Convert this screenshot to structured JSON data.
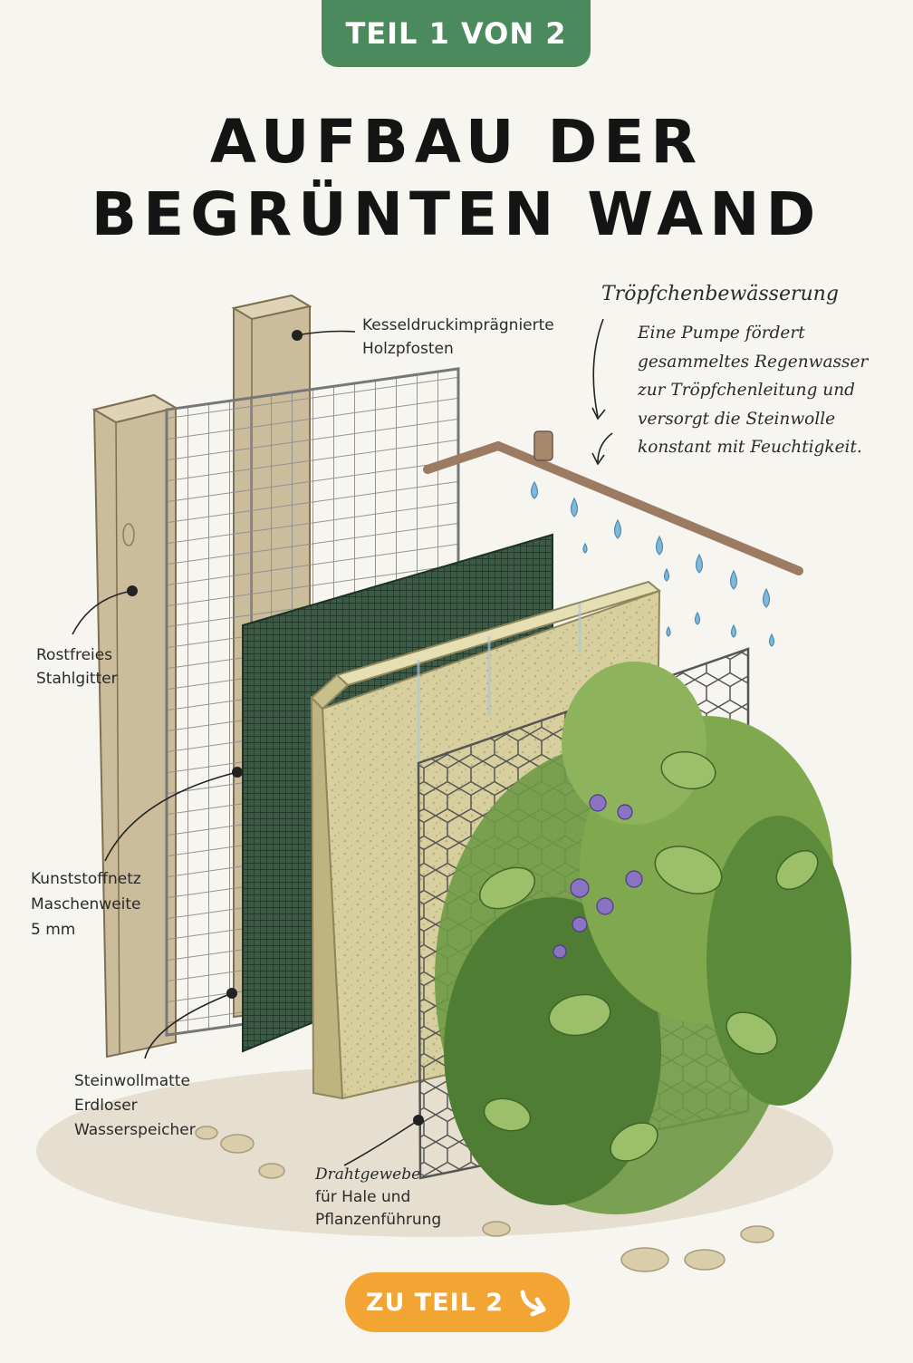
{
  "header": {
    "badge": "TEIL 1 VON 2",
    "title_line1": "AUFBAU DER",
    "title_line2": "BEGRÜNTEN WAND"
  },
  "labels": {
    "posts": [
      "Kesseldruckimprägnierte",
      "Holzpfosten"
    ],
    "steel_grid": [
      "Rostfreies",
      "Stahlgitter"
    ],
    "plastic_net": [
      "Kunststoffnetz",
      "Maschenweite",
      "5 mm"
    ],
    "rockwool": [
      "Steinwollmatte",
      "Erdloser",
      "Wasserspeicher"
    ],
    "wire_mesh": [
      "Drahtgewebe",
      "für Hale und",
      "Pflanzenführung"
    ]
  },
  "irrigation": {
    "title": "Tröpfchenbewässerung",
    "text": [
      "Eine Pumpe fördert",
      "gesammeltes Regenwasser",
      "zur Tröpfchenleitung und",
      "versorgt die Steinwolle",
      "konstant mit Feuchtigkeit."
    ]
  },
  "footer": {
    "cta": "ZU TEIL 2"
  },
  "colors": {
    "badge": "#4a8a5c",
    "cta": "#f2a532",
    "wood": "#cbbd9c",
    "rockwool": "#d8cf9e",
    "net": "#2f4a39",
    "water": "#7fb8d8",
    "leaf": "#5f8f3c"
  },
  "icons": {
    "cta_arrow": "arrow-curve-down-right-icon"
  }
}
